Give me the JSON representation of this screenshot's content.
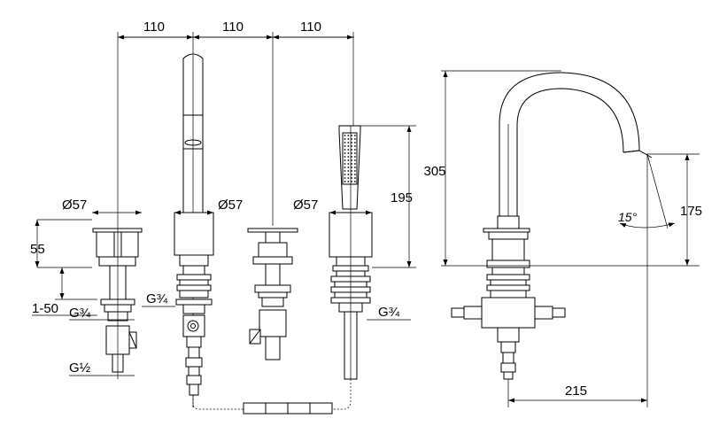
{
  "dimensions": {
    "spacing_1": "110",
    "spacing_2": "110",
    "spacing_3": "110",
    "dia_1": "Ø57",
    "dia_2": "Ø57",
    "dia_3": "Ø57",
    "height_valve": "55",
    "deck_range": "1-50",
    "thread_1": "G¾",
    "thread_2": "G¾",
    "thread_3": "G¾",
    "thread_half": "G½",
    "handshower_height": "195",
    "spout_total_height": "305",
    "spout_outlet_height": "175",
    "spout_angle": "15°",
    "spout_reach": "215"
  }
}
